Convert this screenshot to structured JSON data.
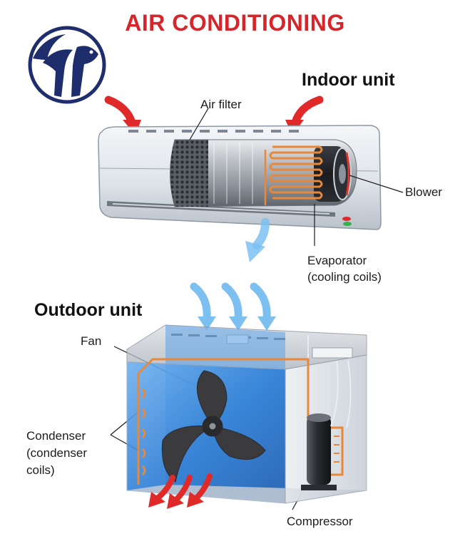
{
  "title": "AIR CONDITIONING",
  "indoor": {
    "heading": "Indoor unit",
    "labels": {
      "air_filter": "Air filter",
      "blower": "Blower",
      "evaporator_line1": "Evaporator",
      "evaporator_line2": "(cooling coils)"
    }
  },
  "outdoor": {
    "heading": "Outdoor unit",
    "labels": {
      "fan": "Fan",
      "condenser_line1": "Condenser",
      "condenser_line2": "(condenser",
      "condenser_line3": "coils)",
      "compressor": "Compressor"
    }
  },
  "colors": {
    "title": "#d7262b",
    "warm_arrow": "#e02a2a",
    "cool_arrow": "#4aa3e6",
    "coil": "#e8883a",
    "outdoor_panel": "#2f7fd6"
  },
  "icons": {
    "logo": "penguin-logo"
  }
}
